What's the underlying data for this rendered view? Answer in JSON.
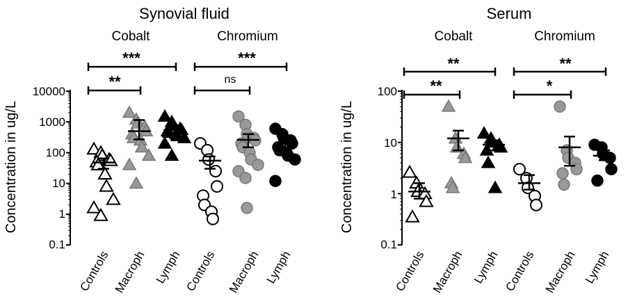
{
  "chart_data": [
    {
      "type": "scatter",
      "title": "Synovial fluid",
      "ylabel": "Concentration in ug/L",
      "yscale": "log",
      "ylim": [
        0.1,
        10000
      ],
      "yticks": [
        "0.1",
        "1",
        "10",
        "100",
        "1000",
        "10000"
      ],
      "categories": [
        "Controls",
        "Macroph",
        "Lymph",
        "Controls",
        "Macroph",
        "Lymph"
      ],
      "groups": [
        {
          "label": "Cobalt",
          "span": [
            0,
            2
          ]
        },
        {
          "label": "Chromium",
          "span": [
            3,
            5
          ]
        }
      ],
      "series": [
        {
          "group": "Cobalt",
          "category": "Controls",
          "marker": "triangle-open",
          "color": "#ffffff",
          "values": [
            130,
            100,
            80,
            60,
            55,
            50,
            40,
            20,
            8,
            3,
            1.6,
            0.9
          ],
          "mean": 48,
          "sem_low": 30,
          "sem_high": 65
        },
        {
          "group": "Cobalt",
          "category": "Macroph",
          "marker": "triangle",
          "color": "#999999",
          "values": [
            2000,
            1200,
            900,
            700,
            500,
            400,
            300,
            250,
            150,
            80,
            40,
            10
          ],
          "mean": 500,
          "sem_low": 270,
          "sem_high": 1150
        },
        {
          "group": "Cobalt",
          "category": "Lymph",
          "marker": "triangle",
          "color": "#000000",
          "values": [
            1500,
            1000,
            800,
            600,
            550,
            500,
            450,
            400,
            350,
            300,
            200,
            80
          ],
          "mean": 540,
          "sem_low": 410,
          "sem_high": 780
        },
        {
          "group": "Chromium",
          "category": "Controls",
          "marker": "circle-open",
          "color": "#ffffff",
          "values": [
            200,
            120,
            60,
            25,
            8,
            4,
            2,
            1.2,
            0.7
          ],
          "mean": 55,
          "sem_low": 30,
          "sem_high": 75
        },
        {
          "group": "Chromium",
          "category": "Macroph",
          "marker": "circle",
          "color": "#999999",
          "values": [
            1500,
            800,
            400,
            300,
            250,
            200,
            150,
            100,
            60,
            40,
            25,
            15,
            1.6
          ],
          "mean": 260,
          "sem_low": 150,
          "sem_high": 400
        },
        {
          "group": "Chromium",
          "category": "Lymph",
          "marker": "circle",
          "color": "#000000",
          "values": [
            600,
            400,
            300,
            250,
            200,
            150,
            120,
            100,
            80,
            60,
            12
          ],
          "mean": 200,
          "sem_low": 130,
          "sem_high": 270
        }
      ],
      "comparisons": [
        {
          "from": 0,
          "to": 1,
          "label": "**"
        },
        {
          "from": 0,
          "to": 2,
          "label": "***"
        },
        {
          "from": 3,
          "to": 4,
          "label": "ns"
        },
        {
          "from": 3,
          "to": 5,
          "label": "***"
        }
      ]
    },
    {
      "type": "scatter",
      "title": "Serum",
      "ylabel": "Concentration in ug/L",
      "yscale": "log",
      "ylim": [
        0.1,
        100
      ],
      "yticks": [
        "0.1",
        "1",
        "10",
        "100"
      ],
      "categories": [
        "Controls",
        "Macroph",
        "Lymph",
        "Controls",
        "Macroph",
        "Lymph"
      ],
      "groups": [
        {
          "label": "Cobalt",
          "span": [
            0,
            2
          ]
        },
        {
          "label": "Chromium",
          "span": [
            3,
            5
          ]
        }
      ],
      "series": [
        {
          "group": "Cobalt",
          "category": "Controls",
          "marker": "triangle-open",
          "color": "#ffffff",
          "values": [
            2.6,
            1.6,
            1.1,
            1.0,
            0.7,
            0.35
          ],
          "mean": 1.1,
          "sem_low": 0.8,
          "sem_high": 1.6
        },
        {
          "group": "Cobalt",
          "category": "Macroph",
          "marker": "triangle",
          "color": "#999999",
          "values": [
            50,
            12,
            8,
            6,
            5,
            1.6,
            1.3
          ],
          "mean": 12,
          "sem_low": 7,
          "sem_high": 17
        },
        {
          "group": "Cobalt",
          "category": "Lymph",
          "marker": "triangle",
          "color": "#000000",
          "values": [
            15,
            12,
            10,
            9,
            8,
            7,
            4,
            1.3
          ],
          "mean": 9,
          "sem_low": 7,
          "sem_high": 11
        },
        {
          "group": "Chromium",
          "category": "Controls",
          "marker": "circle-open",
          "color": "#ffffff",
          "values": [
            3.0,
            2.0,
            1.3,
            0.9,
            0.6
          ],
          "mean": 1.6,
          "sem_low": 1.2,
          "sem_high": 2.3
        },
        {
          "group": "Chromium",
          "category": "Macroph",
          "marker": "circle",
          "color": "#999999",
          "values": [
            50,
            7,
            5,
            4,
            3,
            2.5,
            1.5
          ],
          "mean": 8,
          "sem_low": 3.5,
          "sem_high": 13
        },
        {
          "group": "Chromium",
          "category": "Lymph",
          "marker": "circle",
          "color": "#000000",
          "values": [
            9,
            8,
            6,
            5,
            3,
            1.8
          ],
          "mean": 5.5,
          "sem_low": 4.5,
          "sem_high": 7
        }
      ],
      "comparisons": [
        {
          "from": 0,
          "to": 1,
          "label": "**"
        },
        {
          "from": 0,
          "to": 2,
          "label": "**"
        },
        {
          "from": 3,
          "to": 4,
          "label": "*"
        },
        {
          "from": 3,
          "to": 5,
          "label": "**"
        }
      ]
    }
  ]
}
